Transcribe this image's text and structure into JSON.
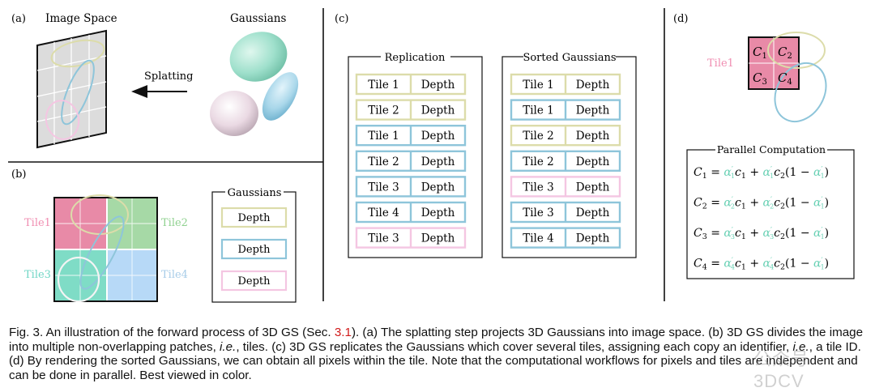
{
  "colors": {
    "yellow": "#dcdcaa",
    "blue": "#8ec5da",
    "pink": "#f4c6e2",
    "tile1": "#e88aa7",
    "tile2": "#a6d9a6",
    "tile3": "#7fdcc6",
    "tile4": "#b7d9f7",
    "alpha": "#6ad1b5",
    "tile1_label": "#f08db1",
    "tile2_label": "#8fd18f",
    "tile3_label": "#6fd6c5",
    "tile4_label": "#a7cce8"
  },
  "panel_a": {
    "label": "(a)",
    "image_space": "Image Space",
    "gaussians": "Gaussians",
    "splatting": "Splatting"
  },
  "panel_b": {
    "label": "(b)",
    "tiles": [
      "Tile1",
      "Tile2",
      "Tile3",
      "Tile4"
    ],
    "legend_title": "Gaussians",
    "legend_items": [
      {
        "text": "Depth",
        "color": "yellow"
      },
      {
        "text": "Depth",
        "color": "blue"
      },
      {
        "text": "Depth",
        "color": "pink"
      }
    ]
  },
  "panel_c": {
    "label": "(c)",
    "replication": {
      "title": "Replication",
      "rows": [
        {
          "tile": "Tile 1",
          "depth": "Depth",
          "color": "yellow"
        },
        {
          "tile": "Tile 2",
          "depth": "Depth",
          "color": "yellow"
        },
        {
          "tile": "Tile 1",
          "depth": "Depth",
          "color": "blue"
        },
        {
          "tile": "Tile 2",
          "depth": "Depth",
          "color": "blue"
        },
        {
          "tile": "Tile 3",
          "depth": "Depth",
          "color": "blue"
        },
        {
          "tile": "Tile 4",
          "depth": "Depth",
          "color": "blue"
        },
        {
          "tile": "Tile 3",
          "depth": "Depth",
          "color": "pink"
        }
      ]
    },
    "sorted": {
      "title": "Sorted Gaussians",
      "rows": [
        {
          "tile": "Tile 1",
          "depth": "Depth",
          "color": "yellow"
        },
        {
          "tile": "Tile 1",
          "depth": "Depth",
          "color": "blue"
        },
        {
          "tile": "Tile 2",
          "depth": "Depth",
          "color": "yellow"
        },
        {
          "tile": "Tile 2",
          "depth": "Depth",
          "color": "blue"
        },
        {
          "tile": "Tile 3",
          "depth": "Depth",
          "color": "pink"
        },
        {
          "tile": "Tile 3",
          "depth": "Depth",
          "color": "blue"
        },
        {
          "tile": "Tile 4",
          "depth": "Depth",
          "color": "blue"
        }
      ]
    }
  },
  "panel_d": {
    "label": "(d)",
    "tile_label": "Tile1",
    "cells": [
      {
        "letter": "C",
        "sub": "1"
      },
      {
        "letter": "C",
        "sub": "2"
      },
      {
        "letter": "C",
        "sub": "3"
      },
      {
        "letter": "C",
        "sub": "4"
      }
    ],
    "computation_title": "Parallel Computation",
    "equations": [
      {
        "i": "1"
      },
      {
        "i": "2"
      },
      {
        "i": "3"
      },
      {
        "i": "4"
      }
    ]
  },
  "caption": {
    "part1": "Fig. 3. An illustration of the forward process of 3D GS (Sec. ",
    "ref": "3.1",
    "part2": "). (a) The splatting step projects 3D Gaussians into image space. (b) 3D GS divides the image into multiple non-overlapping patches, ",
    "ie1": "i.e.",
    "part3": ", tiles. (c) 3D GS replicates the Gaussians which cover several tiles, assigning each copy an identifier, ",
    "ie2": "i.e.",
    "part4": ", a tile ID. (d) By rendering the sorted Gaussians, we can obtain all pixels within the tile. Note that the computational workflows for pixels and tiles are independent and can be done in parallel. Best viewed in color."
  },
  "watermark": "公众号 · 3DCV"
}
